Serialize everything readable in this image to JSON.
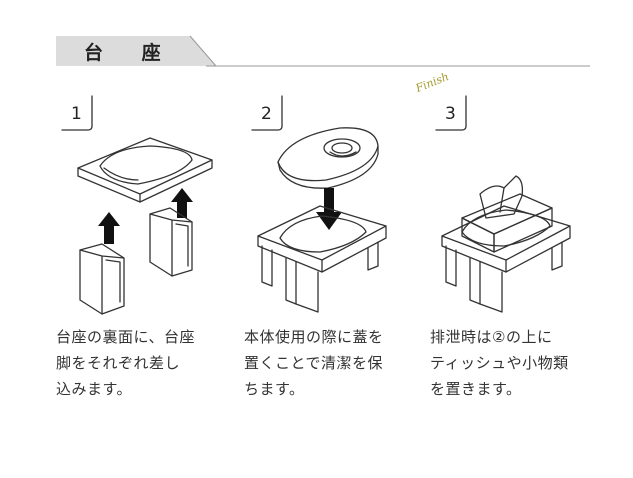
{
  "section": {
    "title": "台 座"
  },
  "steps": [
    {
      "number": "1",
      "caption": [
        "台座の裏面に、台座",
        "脚をそれぞれ差し",
        "込みます。"
      ]
    },
    {
      "number": "2",
      "caption": [
        "本体使用の際に蓋を",
        "置くことで清潔を保",
        "ちます。"
      ]
    },
    {
      "number": "3",
      "badge": "Finish",
      "caption": [
        "排泄時は②の上に",
        "ティッシュや小物類",
        "を置きます。"
      ]
    }
  ]
}
